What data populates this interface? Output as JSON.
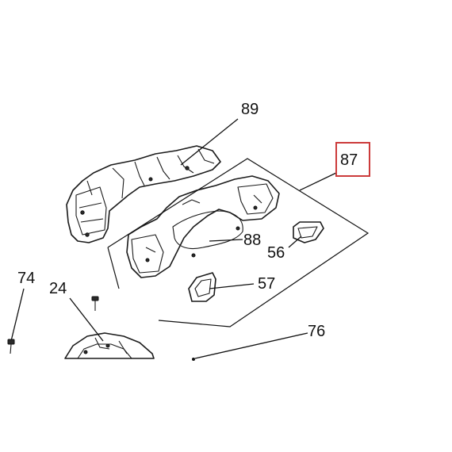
{
  "diagram": {
    "highlight_color": "#cc3b3b",
    "callouts": {
      "c89": "89",
      "c87": "87",
      "c88": "88",
      "c56": "56",
      "c57": "57",
      "c74": "74",
      "c24": "24",
      "c76": "76"
    },
    "highlighted_callout": "87"
  }
}
